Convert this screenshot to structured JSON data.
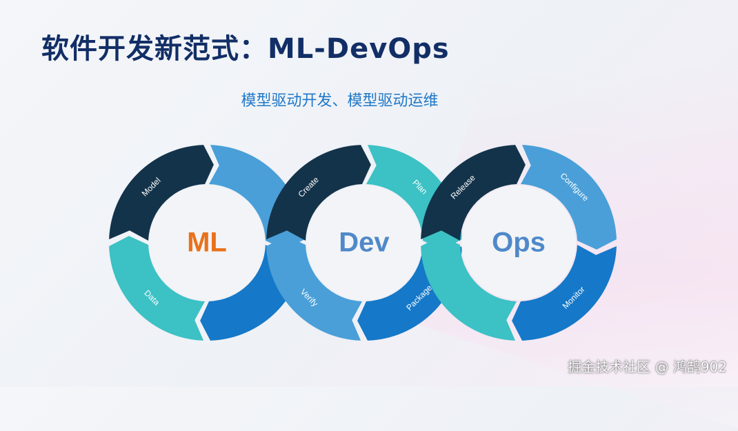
{
  "title": "软件开发新范式：ML-DevOps",
  "subtitle": "模型驱动开发、模型驱动运维",
  "watermark": "掘金技术社区 @ 鸿鹄902",
  "colors": {
    "navy": "#13334a",
    "teal": "#3cc1c5",
    "light_blue": "#4a9fd8",
    "blue": "#1578c8",
    "orange": "#e9711a",
    "center_blue": "#4f89c9",
    "title": "#122e66"
  },
  "rings": [
    {
      "center_label": "ML",
      "center_color": "#e9711a",
      "segments": [
        {
          "label": "Model",
          "color": "#13334a"
        },
        {
          "label": "",
          "color": "#4a9fd8"
        },
        {
          "label": "",
          "color": "#1578c8"
        },
        {
          "label": "Data",
          "color": "#3cc1c5"
        }
      ]
    },
    {
      "center_label": "Dev",
      "center_color": "#4f89c9",
      "segments": [
        {
          "label": "Create",
          "color": "#13334a"
        },
        {
          "label": "Plan",
          "color": "#3cc1c5"
        },
        {
          "label": "Package",
          "color": "#1578c8"
        },
        {
          "label": "Verify",
          "color": "#4a9fd8"
        }
      ]
    },
    {
      "center_label": "Ops",
      "center_color": "#4f89c9",
      "segments": [
        {
          "label": "Release",
          "color": "#13334a"
        },
        {
          "label": "Configure",
          "color": "#4a9fd8"
        },
        {
          "label": "Monitor",
          "color": "#1578c8"
        },
        {
          "label": "",
          "color": "#3cc1c5"
        }
      ]
    }
  ]
}
